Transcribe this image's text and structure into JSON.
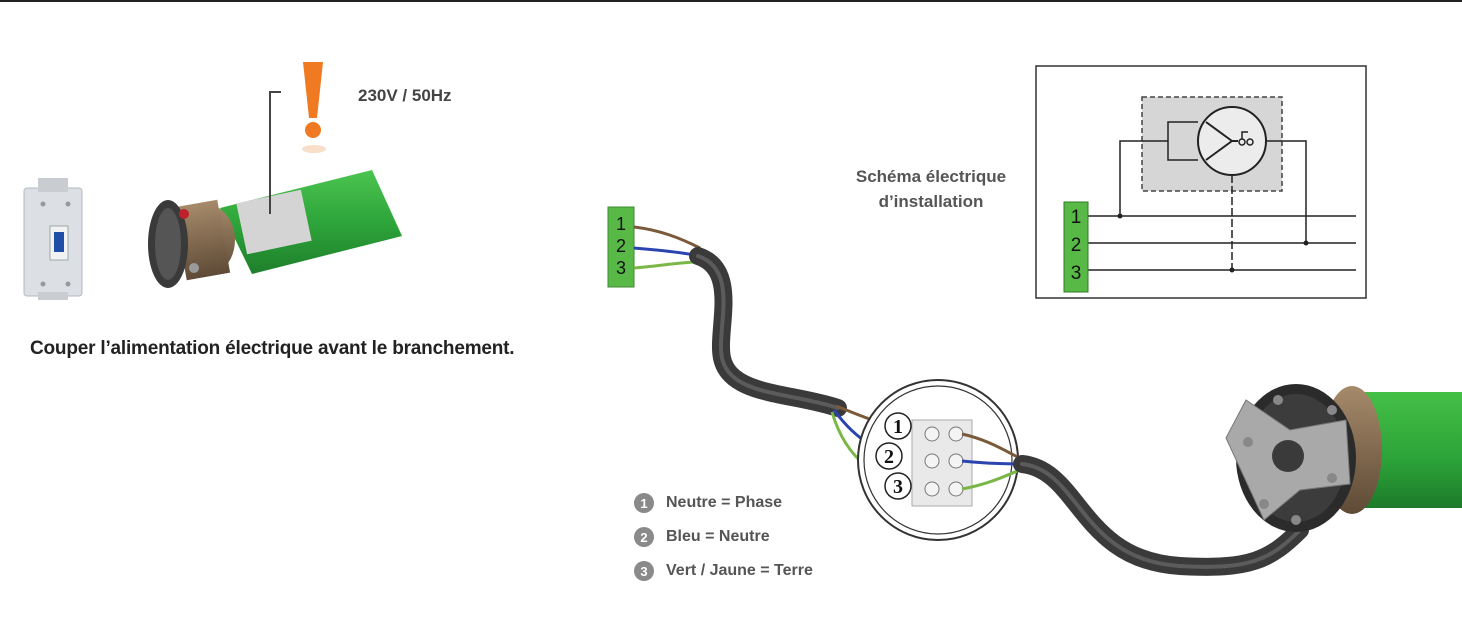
{
  "voltage": "230V / 50Hz",
  "warning": "Couper l’alimentation électrique avant le branchement.",
  "schema": {
    "title_line1": "Schéma électrique",
    "title_line2": "d’installation",
    "terminals": [
      "1",
      "2",
      "3"
    ]
  },
  "cable_terminals": [
    "1",
    "2",
    "3"
  ],
  "connector_labels": [
    "1",
    "2",
    "3"
  ],
  "legend": [
    {
      "num": "1",
      "text": "Neutre = Phase"
    },
    {
      "num": "2",
      "text": "Bleu = Neutre"
    },
    {
      "num": "3",
      "text": "Vert / Jaune = Terre"
    }
  ],
  "colors": {
    "green": "#58b947",
    "tube_green": "#2fa83a",
    "warning_orange": "#f07a22",
    "wire_brown": "#7a5a3a",
    "wire_blue": "#2a44b0",
    "wire_green": "#7ab648",
    "cable_dark": "#3a3a3a"
  }
}
